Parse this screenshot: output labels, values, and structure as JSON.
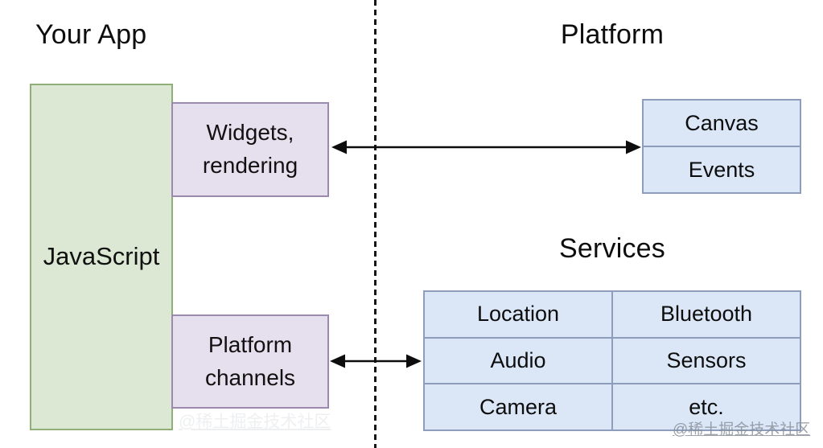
{
  "diagram": {
    "left_title": "Your App",
    "right_title": "Platform",
    "services_title": "Services",
    "javascript_box": {
      "label": "JavaScript"
    },
    "widgets_box": {
      "line1": "Widgets,",
      "line2": "rendering"
    },
    "channels_box": {
      "line1": "Platform",
      "line2": "channels"
    },
    "platform_box": {
      "cells": [
        "Canvas",
        "Events"
      ]
    },
    "services_table": {
      "rows": [
        [
          "Location",
          "Bluetooth"
        ],
        [
          "Audio",
          "Sensors"
        ],
        [
          "Camera",
          "etc."
        ]
      ]
    },
    "watermark": "@稀土掘金技术社区",
    "colors": {
      "app_fill": "#dce8d4",
      "app_border": "#8fae78",
      "widget_fill": "#e6dfee",
      "widget_border": "#9c89ae",
      "platform_fill": "#dbe7f7",
      "platform_border": "#8d9dbb",
      "arrow": "#0d0d0d",
      "watermark": "#868d96"
    }
  }
}
